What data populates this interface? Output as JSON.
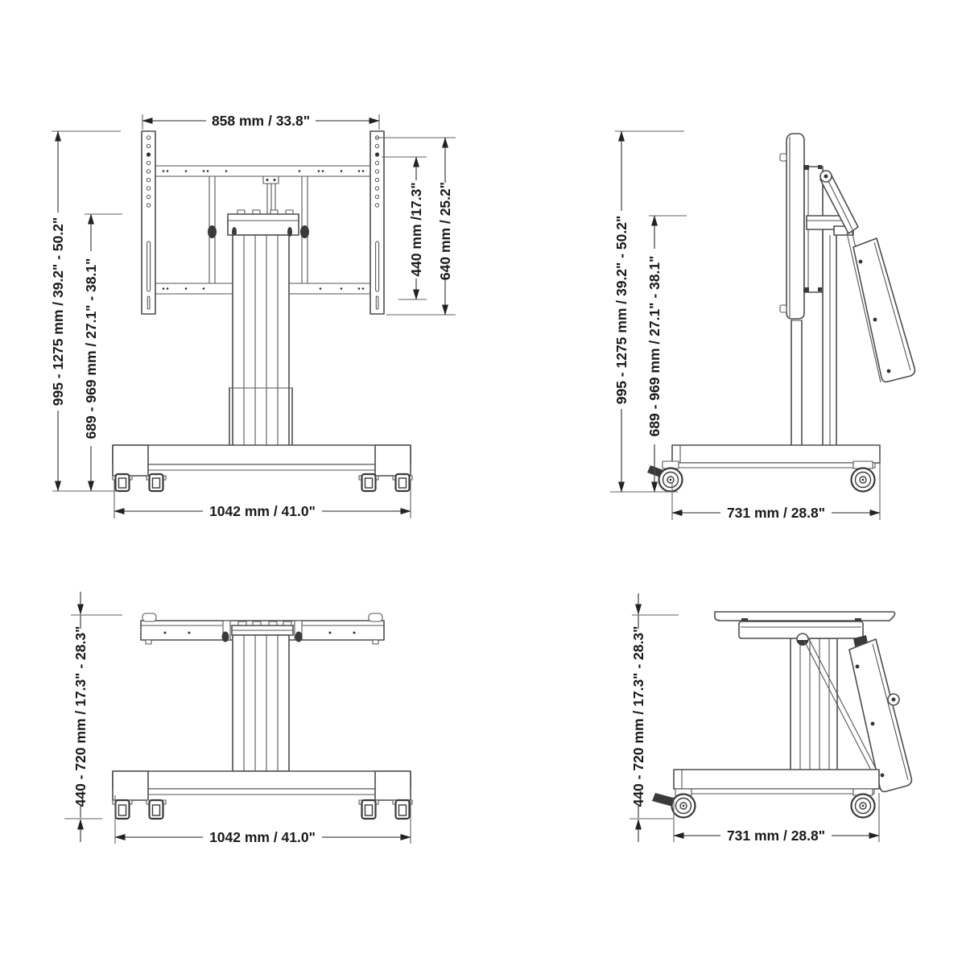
{
  "colors": {
    "background": "#ffffff",
    "line": "#4d4d4d",
    "dark_fill": "#3a3a3a",
    "text": "#1a1a1a"
  },
  "views": {
    "front_raised": {
      "top_width": "858 mm / 33.8\"",
      "overall_height": "995 - 1275 mm / 39.2\" - 50.2\"",
      "lift_height": "689 - 969 mm / 27.1\" - 38.1\"",
      "vesa_height": "440 mm /17.3\"",
      "bracket_height": "640 mm / 25.2\"",
      "base_width": "1042 mm / 41.0\""
    },
    "side_raised": {
      "overall_height": "995 - 1275 mm / 39.2\" - 50.2\"",
      "lift_height": "689 - 969 mm / 27.1\" - 38.1\"",
      "base_depth": "731 mm / 28.8\""
    },
    "front_lowered": {
      "height_range": "440 - 720 mm / 17.3\" - 28.3\"",
      "base_width": "1042 mm / 41.0\""
    },
    "side_lowered": {
      "height_range": "440 - 720 mm / 17.3\" - 28.3\"",
      "base_depth": "731 mm / 28.8\""
    }
  }
}
